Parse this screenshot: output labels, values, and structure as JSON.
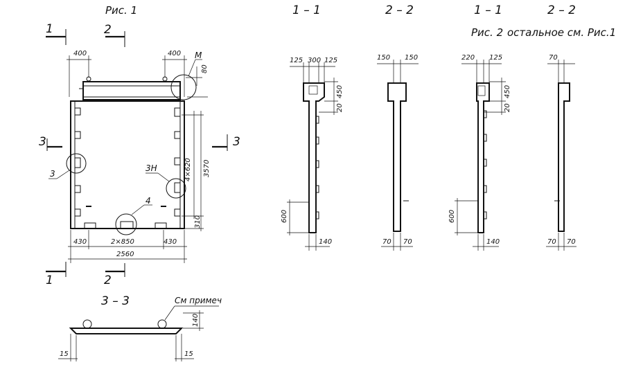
{
  "fig1": {
    "title": "Рис. 1",
    "section_1": "1",
    "section_2": "2",
    "section_3": "3"
  },
  "fig1_dims": {
    "top_left": "400",
    "top_right": "400",
    "top_height": "80",
    "right_step": "4×620",
    "right_total": "3570",
    "right_bottom": "310",
    "bottom_left": "430",
    "bottom_mid": "2×850",
    "bottom_right": "430",
    "bottom_total": "2560"
  },
  "fig1_callouts": {
    "m": "М",
    "node3": "3",
    "node3n": "3Н",
    "node4": "4"
  },
  "section33": {
    "title": "3 – 3",
    "note": "См примеч",
    "height": "140",
    "left": "15",
    "right": "15"
  },
  "fig2": {
    "title": "Рис. 2",
    "subtitle": "остальное см. Рис.1"
  },
  "sec_heads": {
    "a": "1 – 1",
    "b": "2 – 2",
    "c": "1 – 1",
    "d": "2 – 2"
  },
  "sec_a": {
    "d1": "125",
    "d2": "300",
    "d3": "125",
    "d_h": "450",
    "d_20": "20",
    "d_600": "600",
    "d_140": "140"
  },
  "sec_b": {
    "d1": "150",
    "d2": "150",
    "d_70a": "70",
    "d_70b": "70"
  },
  "sec_c": {
    "d1": "220",
    "d2": "125",
    "d_h": "450",
    "d_20": "20",
    "d_600": "600",
    "d_140": "140"
  },
  "sec_d": {
    "d1": "70",
    "d_70a": "70",
    "d_70b": "70"
  }
}
